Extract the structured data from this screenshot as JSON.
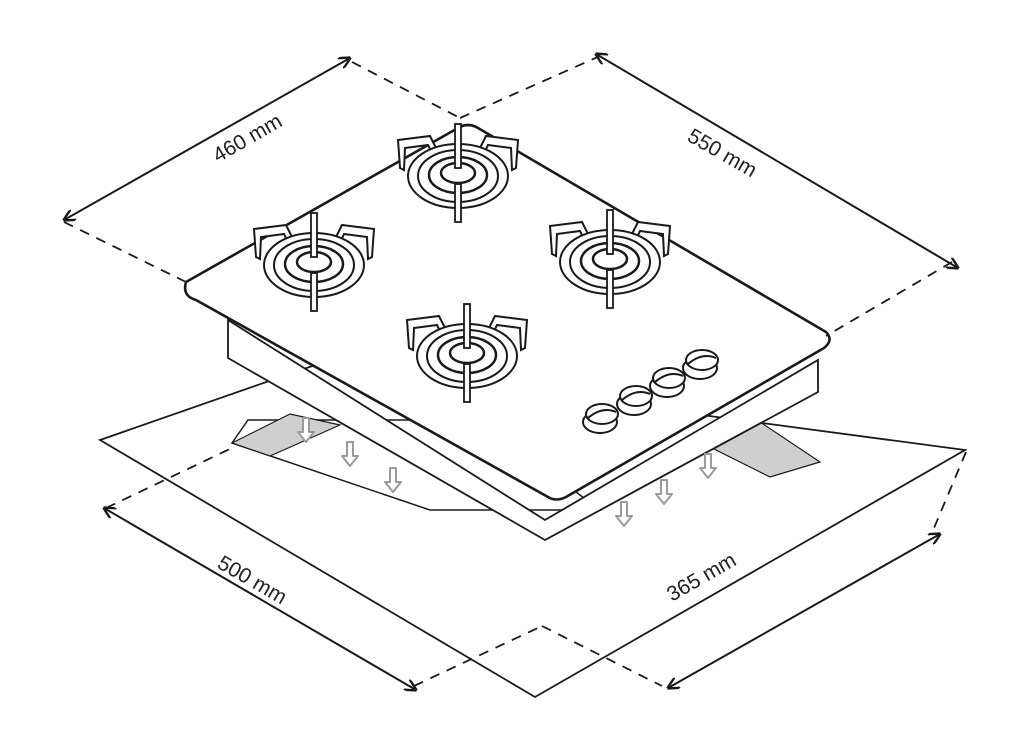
{
  "dimensions": {
    "top_left": "460 mm",
    "top_right": "550 mm",
    "bottom_left": "500 mm",
    "bottom_right": "365 mm"
  },
  "appliance": {
    "burners": 4,
    "control_knobs": 4
  },
  "colors": {
    "line": "#1a1a1a",
    "vent": "#cfcfcf",
    "arrow": "#9a9a9a"
  }
}
